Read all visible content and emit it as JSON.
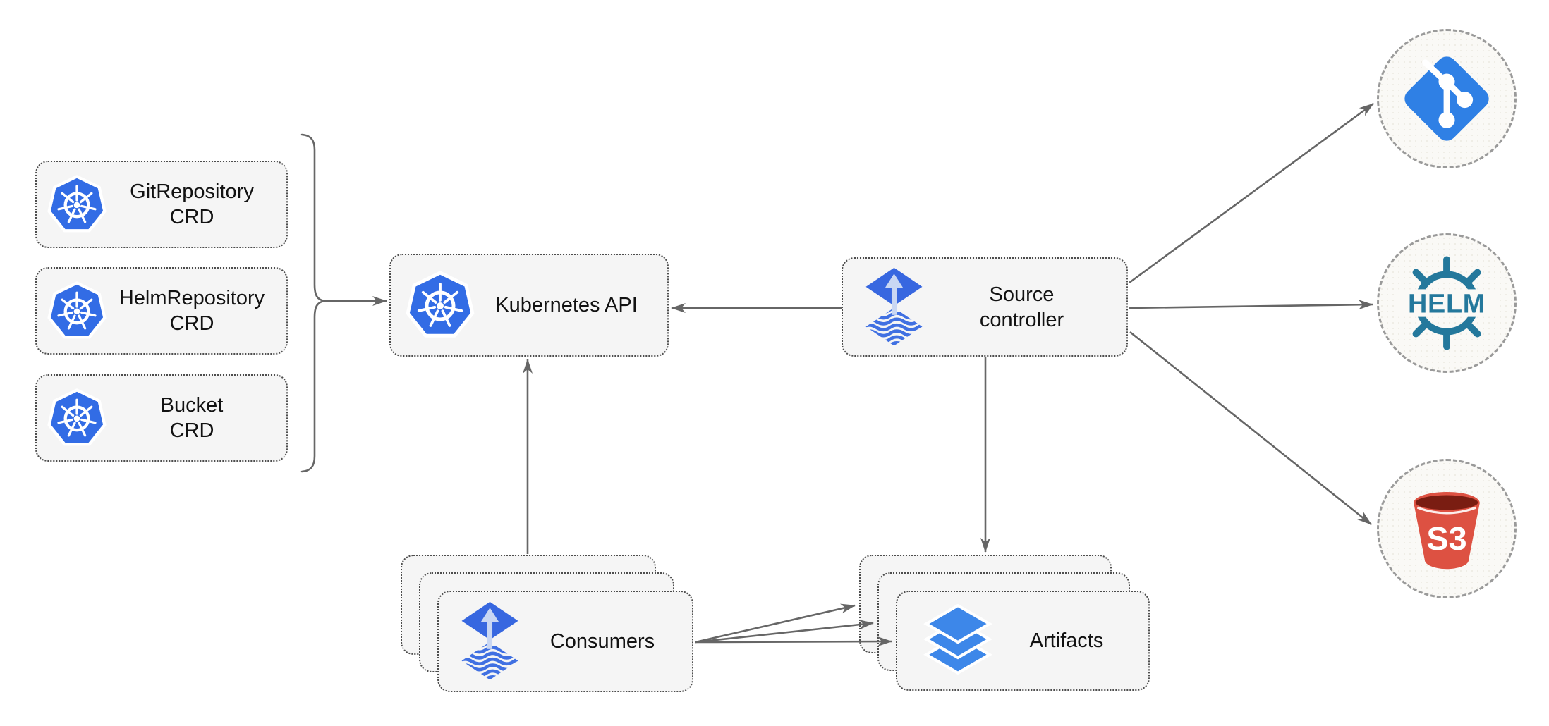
{
  "diagram": {
    "nodes": {
      "git_repository_crd": {
        "line1": "GitRepository",
        "line2": "CRD"
      },
      "helm_repository_crd": {
        "line1": "HelmRepository",
        "line2": "CRD"
      },
      "bucket_crd": {
        "line1": "Bucket",
        "line2": "CRD"
      },
      "kubernetes_api": {
        "label": "Kubernetes API"
      },
      "source_controller": {
        "line1": "Source",
        "line2": "controller"
      },
      "consumers": {
        "label": "Consumers"
      },
      "artifacts": {
        "label": "Artifacts"
      }
    },
    "external_sources": {
      "git": {
        "icon": "git-icon"
      },
      "helm": {
        "icon": "helm-icon",
        "label": "HELM"
      },
      "s3": {
        "icon": "s3-bucket-icon",
        "label": "S3"
      }
    },
    "edges": [
      {
        "from": "crd-group-bracket",
        "to": "kubernetes_api"
      },
      {
        "from": "source_controller",
        "to": "kubernetes_api"
      },
      {
        "from": "consumers",
        "to": "kubernetes_api"
      },
      {
        "from": "source_controller",
        "to": "artifacts"
      },
      {
        "from": "source_controller",
        "to": "git"
      },
      {
        "from": "source_controller",
        "to": "helm"
      },
      {
        "from": "source_controller",
        "to": "s3"
      },
      {
        "from": "consumers",
        "to": "artifacts-back"
      },
      {
        "from": "consumers",
        "to": "artifacts-mid"
      },
      {
        "from": "consumers",
        "to": "artifacts-front"
      }
    ],
    "colors": {
      "kubernetes_blue": "#326CE5",
      "flux_blue": "#3767E0",
      "flux_arrow_light": "#C9D7F3",
      "git_blue": "#2F80E5",
      "helm_teal": "#24789C",
      "s3_red": "#DD5142",
      "s3_dark_red": "#7A1D12",
      "layers_blue": "#3D87E9",
      "arrow_gray": "#666666",
      "node_fill": "#F5F5F5",
      "node_border": "#4D4D4D",
      "circle_fill": "#FAF9F6",
      "circle_border": "#9A9A9A"
    }
  }
}
